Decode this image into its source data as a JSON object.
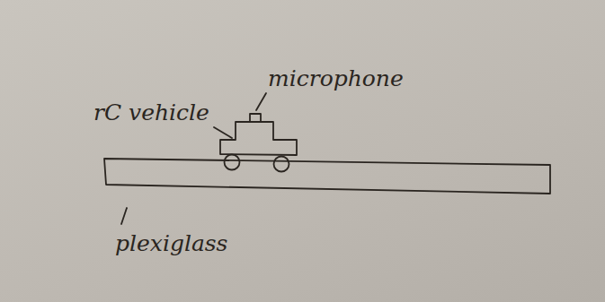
{
  "diagram": {
    "labels": [
      "microphone",
      "rC vehicle",
      "plexiglass"
    ]
  }
}
